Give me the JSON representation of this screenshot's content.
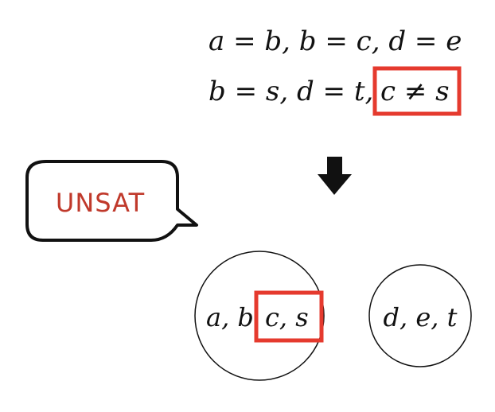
{
  "equations": {
    "line1": {
      "terms": [
        {
          "kind": "var",
          "text": "a"
        },
        {
          "kind": "op",
          "text": " = "
        },
        {
          "kind": "var",
          "text": "b"
        },
        {
          "kind": "op",
          "text": ", "
        },
        {
          "kind": "var",
          "text": "b"
        },
        {
          "kind": "op",
          "text": " = "
        },
        {
          "kind": "var",
          "text": "c"
        },
        {
          "kind": "op",
          "text": ", "
        },
        {
          "kind": "var",
          "text": "d"
        },
        {
          "kind": "op",
          "text": " = "
        },
        {
          "kind": "var",
          "text": "e"
        }
      ]
    },
    "line2_main": {
      "terms": [
        {
          "kind": "var",
          "text": "b"
        },
        {
          "kind": "op",
          "text": " = "
        },
        {
          "kind": "var",
          "text": "s"
        },
        {
          "kind": "op",
          "text": ", "
        },
        {
          "kind": "var",
          "text": "d"
        },
        {
          "kind": "op",
          "text": " = "
        },
        {
          "kind": "var",
          "text": "t"
        },
        {
          "kind": "op",
          "text": ","
        }
      ]
    },
    "line2_highlight": {
      "terms": [
        {
          "kind": "var",
          "text": "c"
        },
        {
          "kind": "op",
          "text": " ≠ "
        },
        {
          "kind": "var",
          "text": "s"
        }
      ]
    }
  },
  "callout": {
    "text": "UNSAT",
    "color": "#c0392b"
  },
  "arrow_icon": "down-arrow-icon",
  "classes": [
    {
      "id": "class-1",
      "label": "a, b",
      "highlight": "c, s"
    },
    {
      "id": "class-2",
      "label": "d, e, t"
    }
  ],
  "highlight_color": "#e53a2e"
}
